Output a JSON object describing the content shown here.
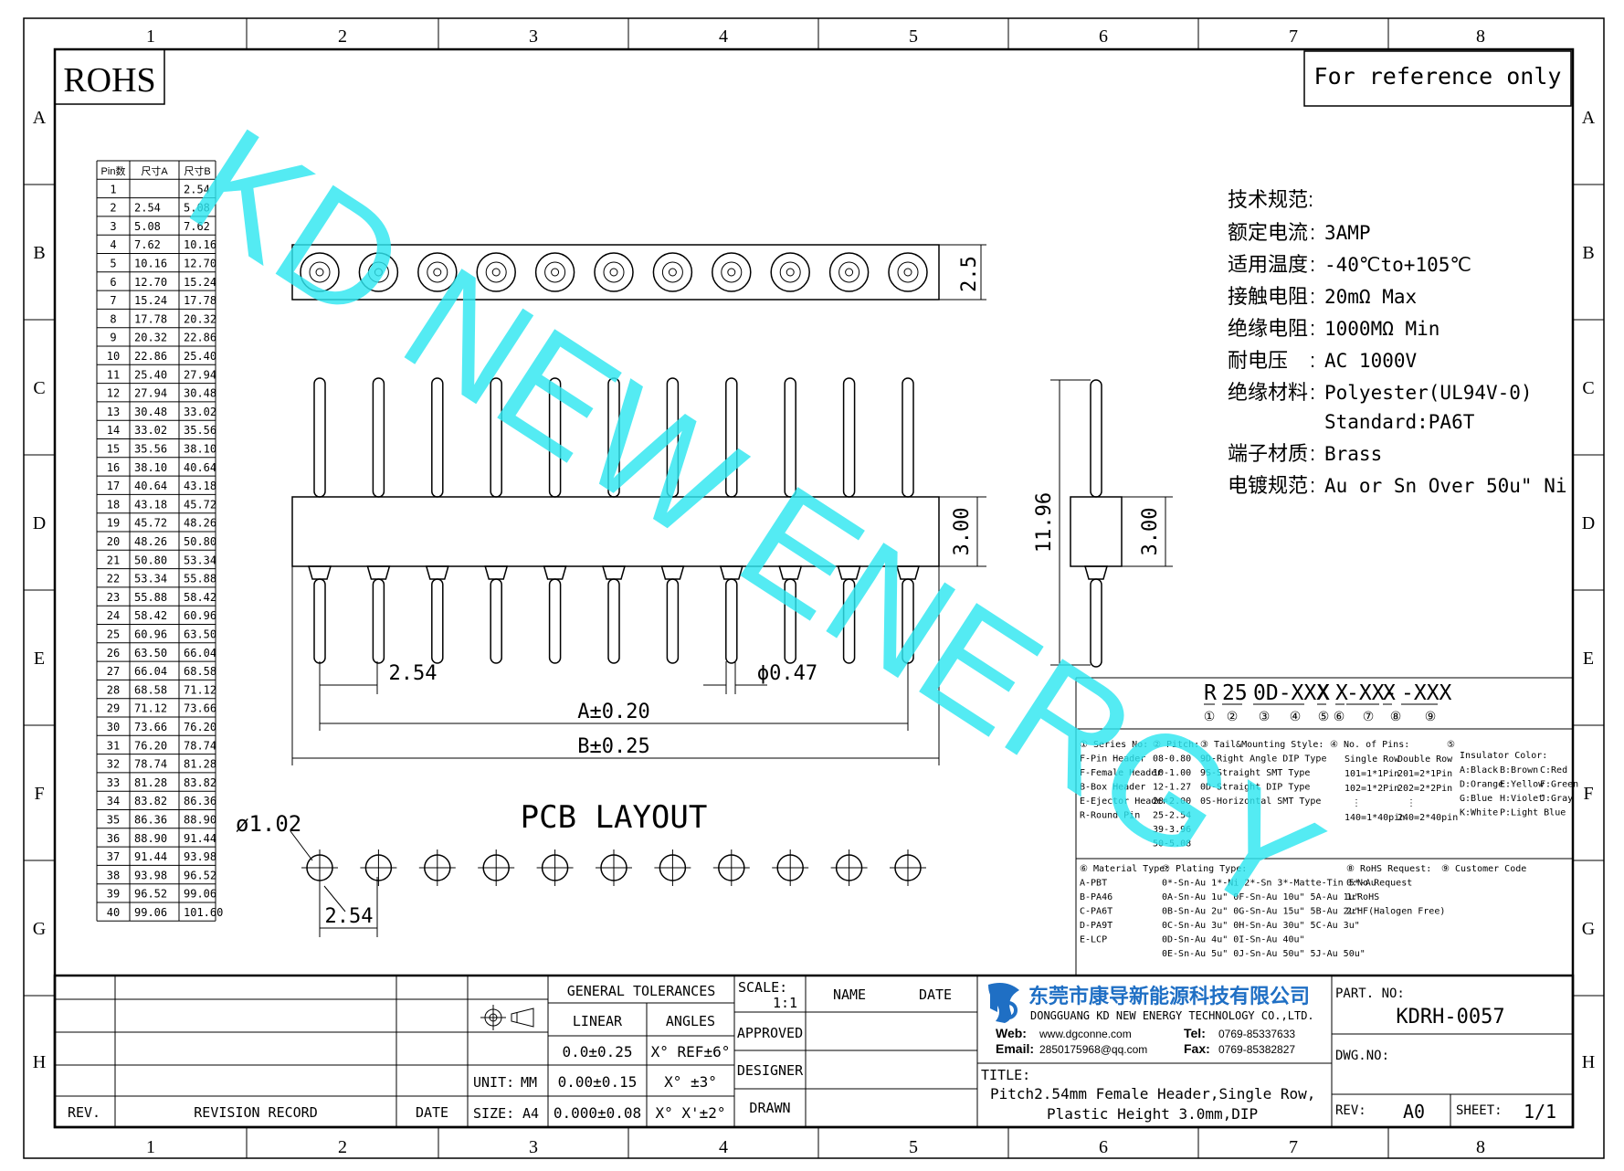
{
  "frame": {
    "cols": [
      "1",
      "2",
      "3",
      "4",
      "5",
      "6",
      "7",
      "8"
    ],
    "rows": [
      "A",
      "B",
      "C",
      "D",
      "E",
      "F",
      "G",
      "H"
    ]
  },
  "rohs": "ROHS",
  "reference": "For reference only",
  "watermark": "KD NEW ENERGY",
  "pin_table": {
    "headers": [
      "Pin数",
      "尺寸A",
      "尺寸B"
    ],
    "rows": [
      [
        "1",
        "",
        "2.54"
      ],
      [
        "2",
        "2.54",
        "5.08"
      ],
      [
        "3",
        "5.08",
        "7.62"
      ],
      [
        "4",
        "7.62",
        "10.16"
      ],
      [
        "5",
        "10.16",
        "12.70"
      ],
      [
        "6",
        "12.70",
        "15.24"
      ],
      [
        "7",
        "15.24",
        "17.78"
      ],
      [
        "8",
        "17.78",
        "20.32"
      ],
      [
        "9",
        "20.32",
        "22.86"
      ],
      [
        "10",
        "22.86",
        "25.40"
      ],
      [
        "11",
        "25.40",
        "27.94"
      ],
      [
        "12",
        "27.94",
        "30.48"
      ],
      [
        "13",
        "30.48",
        "33.02"
      ],
      [
        "14",
        "33.02",
        "35.56"
      ],
      [
        "15",
        "35.56",
        "38.10"
      ],
      [
        "16",
        "38.10",
        "40.64"
      ],
      [
        "17",
        "40.64",
        "43.18"
      ],
      [
        "18",
        "43.18",
        "45.72"
      ],
      [
        "19",
        "45.72",
        "48.26"
      ],
      [
        "20",
        "48.26",
        "50.80"
      ],
      [
        "21",
        "50.80",
        "53.34"
      ],
      [
        "22",
        "53.34",
        "55.88"
      ],
      [
        "23",
        "55.88",
        "58.42"
      ],
      [
        "24",
        "58.42",
        "60.96"
      ],
      [
        "25",
        "60.96",
        "63.50"
      ],
      [
        "26",
        "63.50",
        "66.04"
      ],
      [
        "27",
        "66.04",
        "68.58"
      ],
      [
        "28",
        "68.58",
        "71.12"
      ],
      [
        "29",
        "71.12",
        "73.66"
      ],
      [
        "30",
        "73.66",
        "76.20"
      ],
      [
        "31",
        "76.20",
        "78.74"
      ],
      [
        "32",
        "78.74",
        "81.28"
      ],
      [
        "33",
        "81.28",
        "83.82"
      ],
      [
        "34",
        "83.82",
        "86.36"
      ],
      [
        "35",
        "86.36",
        "88.90"
      ],
      [
        "36",
        "88.90",
        "91.44"
      ],
      [
        "37",
        "91.44",
        "93.98"
      ],
      [
        "38",
        "93.98",
        "96.52"
      ],
      [
        "39",
        "96.52",
        "99.06"
      ],
      [
        "40",
        "99.06",
        "101.60"
      ]
    ]
  },
  "specs": {
    "title": "技术规范:",
    "items": [
      {
        "k": "额定电流",
        "v": "3AMP"
      },
      {
        "k": "适用温度",
        "v": "-40℃to+105℃"
      },
      {
        "k": "接触电阻",
        "v": "20mΩ Max"
      },
      {
        "k": "绝缘电阻",
        "v": "1000MΩ Min"
      },
      {
        "k": "耐电压",
        "v": "AC 1000V"
      },
      {
        "k": "绝缘材料",
        "v": "Polyester(UL94V-0)"
      },
      {
        "k": "",
        "v": "Standard:PA6T"
      },
      {
        "k": "端子材质",
        "v": "Brass"
      },
      {
        "k": "电镀规范",
        "v": "Au or Sn Over 50u\" Ni"
      }
    ]
  },
  "dims": {
    "top_height": "2.5",
    "body_height": "3.00",
    "side_body_height": "3.00",
    "total_height": "11.96",
    "pitch": "2.54",
    "pin_dia": "ϕ0.47",
    "dim_a": "A±0.20",
    "dim_b": "B±0.25",
    "pcb_title": "PCB LAYOUT",
    "pcb_hole": "ø1.02",
    "pcb_pitch": "2.54"
  },
  "part_code": {
    "segments": [
      "R",
      "25",
      "0D-XXX",
      "X",
      "X",
      "-XX-",
      "X",
      "-XXX"
    ],
    "markers": [
      "①",
      "②",
      "③",
      "④",
      "⑤",
      "⑥",
      "⑦",
      "⑧",
      "⑨"
    ]
  },
  "code_notes": {
    "series": [
      "① Series No:",
      "F-Pin Header",
      "F-Female Header",
      "B-Box Header",
      "E-Ejector Header",
      "R-Round Pin"
    ],
    "pitch": [
      "② Pitch:",
      "08-0.80",
      "10-1.00",
      "12-1.27",
      "20-2.00",
      "25-2.54",
      "39-3.96",
      "50-5.08"
    ],
    "tail": [
      "③ Tail&Mounting Style:",
      "9D-Right Angle DIP Type",
      "9S-Straight SMT Type",
      "0D-Straight DIP Type",
      "0S-Horizontal SMT Type"
    ],
    "pins": [
      "④ No. of Pins:",
      "Single Row",
      "Double Row",
      "101=1*1Pin",
      "201=2*1Pin",
      "102=1*2Pin",
      "202=2*2Pin",
      "140=1*40pin",
      "240=2*40pin"
    ],
    "insulator": [
      "⑤",
      "Insulator Color:",
      "A:Black",
      "B:Brown",
      "C:Red",
      "D:Orange",
      "E:Yellow",
      "F:Green",
      "G:Blue",
      "H:Violet",
      "J:Gray",
      "K:White",
      "P:Light Blue"
    ],
    "material": [
      "⑥ Material Type:",
      "A-PBT",
      "B-PA46",
      "C-PA6T",
      "D-PA9T",
      "E-LCP"
    ],
    "plating": [
      "⑦ Plating Type:",
      "0*-Sn-Au 1*-Ni 2*-Sn 3*-Matte-Tin 5*-Au",
      "0A-Sn-Au 1u\" 0F-Sn-Au 10u\" 5A-Au 1u\"",
      "0B-Sn-Au 2u\" 0G-Sn-Au 15u\" 5B-Au 2u\"",
      "0C-Sn-Au 3u\" 0H-Sn-Au 30u\" 5C-Au 3u\"",
      "0D-Sn-Au 4u\" 0I-Sn-Au 40u\"",
      "0E-Sn-Au 5u\" 0J-Sn-Au 50u\" 5J-Au 50u\""
    ],
    "rohs": [
      "⑧ RoHS Request:",
      "0:No Request",
      "1:RoHS",
      "2:HF(Halogen Free)"
    ],
    "customer": [
      "⑨ Customer Code"
    ]
  },
  "title_block": {
    "rev": "REV.",
    "revision_record": "REVISION RECORD",
    "date": "DATE",
    "general_tolerances": "GENERAL TOLERANCES",
    "linear": "LINEAR",
    "angles": "ANGLES",
    "lin1": "0.0±0.25",
    "lin2": "0.00±0.15",
    "lin3": "0.000±0.08",
    "ang1": "X° REF±6°",
    "ang2": "X° ±3°",
    "ang3": "X° X'±2°",
    "unit_label": "UNIT:",
    "unit": "MM",
    "size_label": "SIZE:",
    "size": "A4",
    "scale_label": "SCALE:",
    "scale": "1:1",
    "name": "NAME",
    "date2": "DATE",
    "approved": "APPROVED",
    "designer": "DESIGNER",
    "drawn": "DRAWN",
    "company_cn": "东莞市康导新能源科技有限公司",
    "company_en": "DONGGUANG KD NEW ENERGY TECHNOLOGY CO.,LTD.",
    "web_label": "Web:",
    "web": "www.dgconne.com",
    "tel_label": "Tel:",
    "tel": "0769-85337633",
    "email_label": "Email:",
    "email": "2850175968@qq.com",
    "fax_label": "Fax:",
    "fax": "0769-85382827",
    "title_label": "TITLE:",
    "title1": "Pitch2.54mm Female Header,Single Row,",
    "title2": "Plastic Height 3.0mm,DIP",
    "part_no_label": "PART. NO:",
    "part_no": "KDRH-0057",
    "dwg_label": "DWG.NO:",
    "rev_label": "REV:",
    "rev_val": "A0",
    "sheet_label": "SHEET:",
    "sheet": "1/1"
  }
}
